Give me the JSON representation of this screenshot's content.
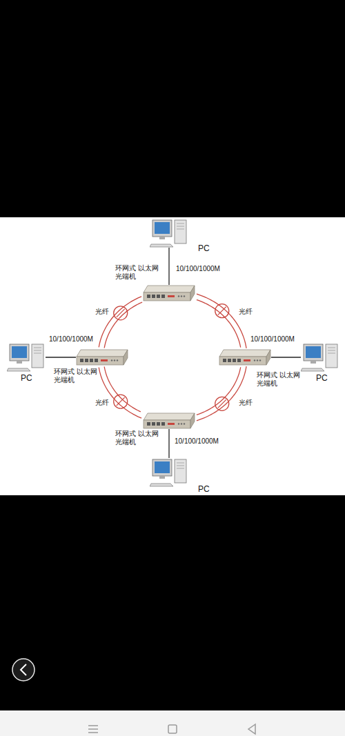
{
  "diagram": {
    "nodes": [
      {
        "text": [
          "PC"
        ]
      },
      {
        "text": [
          "环网式 以太网光端机"
        ]
      },
      {
        "text": [
          "PC"
        ]
      },
      {
        "text": [
          "环网式 以太网光端机"
        ]
      },
      {
        "text": [
          "环网式 以太网光端机"
        ]
      },
      {
        "text": [
          "PC"
        ]
      },
      {
        "text": [
          "环网式 以太网光端机"
        ]
      },
      {
        "text": [
          "PC"
        ]
      }
    ],
    "edges": [
      {
        "from": 0,
        "to": 1,
        "arrow": "none",
        "label": "10/100/1000M"
      },
      {
        "from": 2,
        "to": 3,
        "arrow": "none",
        "label": "10/100/1000M"
      },
      {
        "from": 4,
        "to": 5,
        "arrow": "none",
        "label": "10/100/1000M"
      },
      {
        "from": 6,
        "to": 7,
        "arrow": "none",
        "label": "10/100/1000M"
      },
      {
        "from": 1,
        "to": 3,
        "arrow": "none",
        "label": "光纤"
      },
      {
        "from": 1,
        "to": 4,
        "arrow": "none",
        "label": "光纤"
      },
      {
        "from": 3,
        "to": 6,
        "arrow": "none",
        "label": "光纤"
      },
      {
        "from": 4,
        "to": 6,
        "arrow": "none",
        "label": "光纤"
      }
    ]
  }
}
